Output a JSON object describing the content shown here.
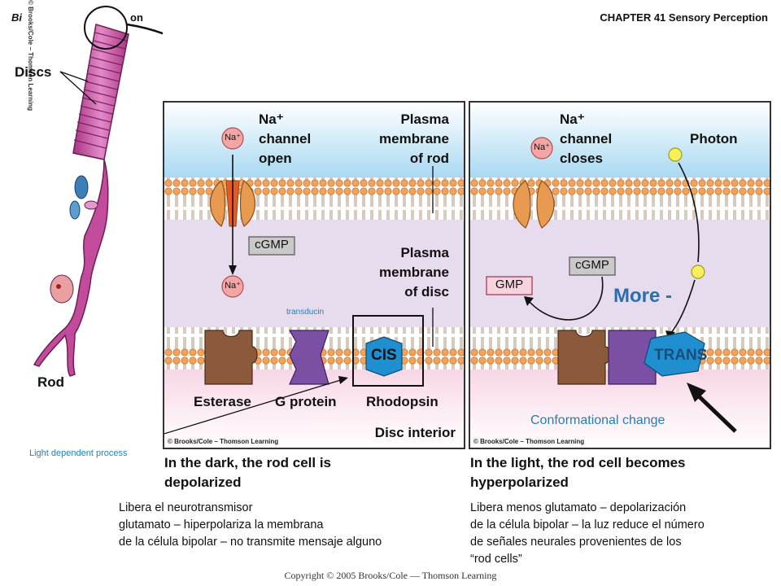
{
  "header": {
    "left": "Bi",
    "left_partial": "on",
    "right": "CHAPTER 41  Sensory Perception",
    "side_credit": "© Brooks/Cole – Thomson Learning"
  },
  "rod": {
    "discs_label": "Discs",
    "rod_label": "Rod"
  },
  "dark_panel": {
    "na_channel_lines": [
      "Na⁺",
      "channel",
      "open"
    ],
    "plasma_rod_lines": [
      "Plasma",
      "membrane",
      "of rod"
    ],
    "plasma_disc_lines": [
      "Plasma",
      "membrane",
      "of disc"
    ],
    "na_ion": "Na⁺",
    "cgmp": "cGMP",
    "transducin": "transducin",
    "cis": "CIS",
    "esterase": "Esterase",
    "g_protein": "G protein",
    "rhodopsin": "Rhodopsin",
    "disc_interior": "Disc interior",
    "credit": "© Brooks/Cole – Thomson Learning"
  },
  "light_panel": {
    "na_channel_lines": [
      "Na⁺",
      "channel",
      "closes"
    ],
    "photon": "Photon",
    "na_ion": "Na⁺",
    "cgmp": "cGMP",
    "gmp": "GMP",
    "more": "More -",
    "trans": "TRANS",
    "conformational": "Conformational change",
    "credit": "© Brooks/Cole – Thomson Learning"
  },
  "light_dependent": "Light dependent process",
  "captions": {
    "dark_lines": [
      "In the dark, the rod cell is",
      "depolarized"
    ],
    "light_lines": [
      "In the light, the rod cell becomes",
      "hyperpolarized"
    ]
  },
  "notes": {
    "dark_lines": [
      "Libera el neurotransmisor",
      "glutamato – hiperpolariza la membrana",
      "de la célula bipolar – no transmite mensaje alguno"
    ],
    "light_lines": [
      "Libera menos glutamato – depolarización",
      "de la célula bipolar – la luz reduce el número",
      "de señales neurales provenientes de los",
      "“rod cells”"
    ]
  },
  "footer": "Copyright © 2005 Brooks/Cole — Thomson Learning",
  "colors": {
    "cytoplasm_blue": "#bfe3f4",
    "membrane_orange": "#f3a25a",
    "cytoplasm_lavender": "#e7dcee",
    "disc_pink": "#f8dce8",
    "cis_blue": "#1f8fcf",
    "rod_magenta": "#c34b9c",
    "esterase_brown": "#8b5a3a",
    "gprotein_purple": "#7b4fa3"
  }
}
